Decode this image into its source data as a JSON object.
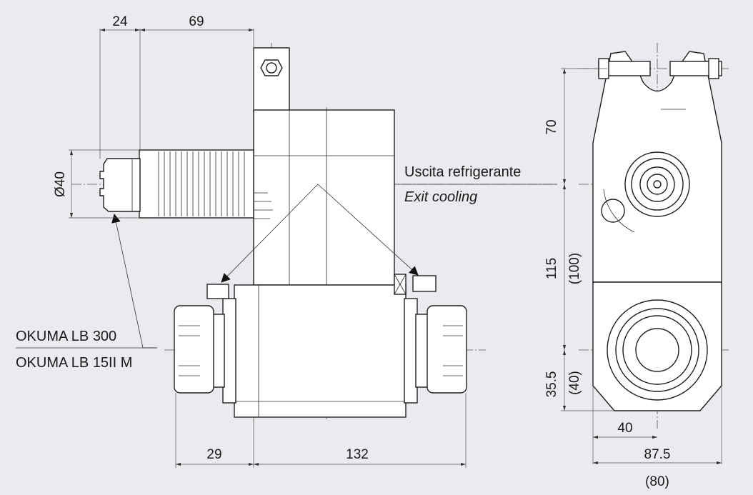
{
  "labels": {
    "coolant_it": "Uscita refrigerante",
    "coolant_en": "Exit cooling",
    "machine_1": "OKUMA LB 300",
    "machine_2": "OKUMA LB 15II M"
  },
  "dimensions": {
    "top_24": "24",
    "top_69": "69",
    "dia_40": "Ø40",
    "bottom_29": "29",
    "bottom_132": "132",
    "side_70": "70",
    "side_115": "115",
    "side_100": "(100)",
    "side_35_5": "35.5",
    "side_40p": "(40)",
    "width_40": "40",
    "width_87_5": "87.5",
    "width_80": "(80)"
  },
  "colors": {
    "background": "#e9ebee",
    "line": "#1f1f1f"
  }
}
